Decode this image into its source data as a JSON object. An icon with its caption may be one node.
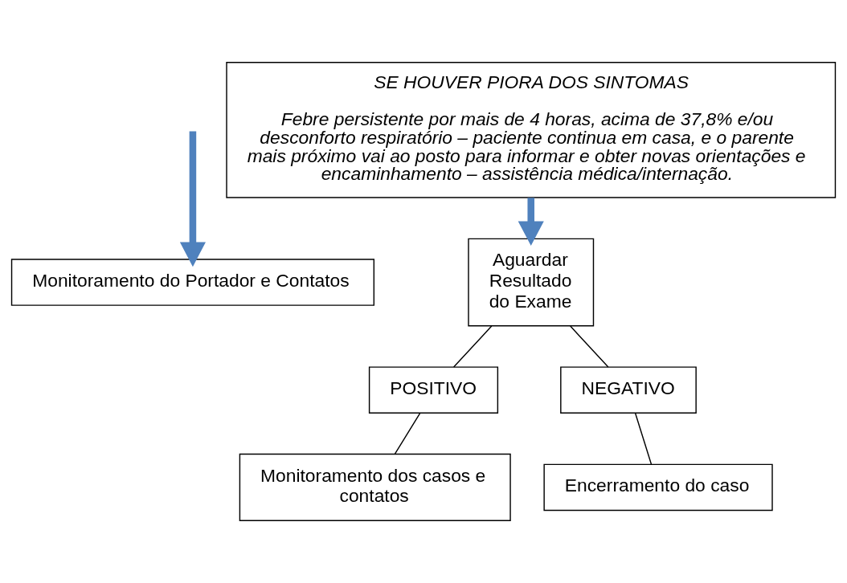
{
  "diagram": {
    "nodes": [
      {
        "text": [
          "Monitoramento do Portador e Contatos"
        ]
      },
      {
        "text": [
          "SE HOUVER PIORA DOS SINTOMAS",
          "Febre persistente por mais de 4 horas, acima de 37,8% e/ou desconforto respiratório – paciente continua em casa, e o parente mais próximo vai ao posto para informar e obter novas orientações e encaminhamento – assistência médica/internação."
        ]
      },
      {
        "text": [
          "Aguardar Resultado do Exame"
        ]
      },
      {
        "text": [
          "POSITIVO"
        ]
      },
      {
        "text": [
          "Monitoramento dos casos e contatos"
        ]
      },
      {
        "text": [
          "NEGATIVO"
        ]
      },
      {
        "text": [
          "Encerramento do caso"
        ]
      }
    ],
    "edges": [
      {
        "from": null,
        "to": 0,
        "arrow": "to",
        "style": "thick",
        "color": "#4f81bd"
      },
      {
        "from": 1,
        "to": 2,
        "arrow": "to",
        "style": "thick",
        "color": "#4f81bd"
      },
      {
        "from": 2,
        "to": 3,
        "arrow": "none"
      },
      {
        "from": 3,
        "to": 4,
        "arrow": "none"
      },
      {
        "from": 2,
        "to": 5,
        "arrow": "none"
      },
      {
        "from": 5,
        "to": 6,
        "arrow": "none"
      }
    ]
  }
}
